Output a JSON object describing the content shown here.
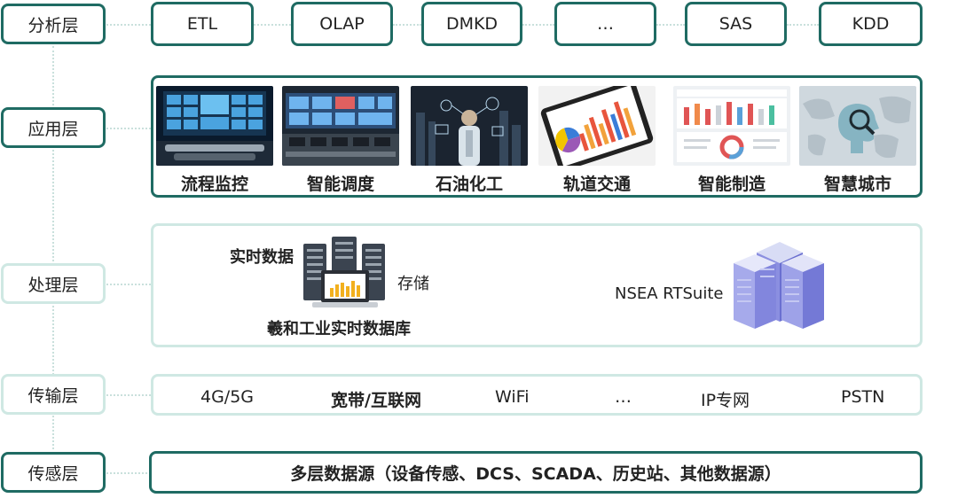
{
  "layers": {
    "analysis": "分析层",
    "application": "应用层",
    "processing": "处理层",
    "transmission": "传输层",
    "sensing": "传感层"
  },
  "analysis_items": [
    "ETL",
    "OLAP",
    "DMKD",
    "…",
    "SAS",
    "KDD"
  ],
  "applications": [
    {
      "label": "流程监控",
      "image": "control-room-image"
    },
    {
      "label": "智能调度",
      "image": "dispatch-center-image"
    },
    {
      "label": "石油化工",
      "image": "refinery-tech-image"
    },
    {
      "label": "轨道交通",
      "image": "tablet-charts-image"
    },
    {
      "label": "智能制造",
      "image": "dashboard-image"
    },
    {
      "label": "智慧城市",
      "image": "ai-head-map-image"
    }
  ],
  "processing": {
    "realtime_data": "实时数据",
    "storage": "存储",
    "database": "羲和工业实时数据库",
    "suite": "NSEA RTSuite"
  },
  "transmission_items": [
    "4G/5G",
    "宽带/互联网",
    "WiFi",
    "…",
    "IP专网",
    "PSTN"
  ],
  "sensing_text": "多层数据源（设备传感、DCS、SCADA、历史站、其他数据源）"
}
